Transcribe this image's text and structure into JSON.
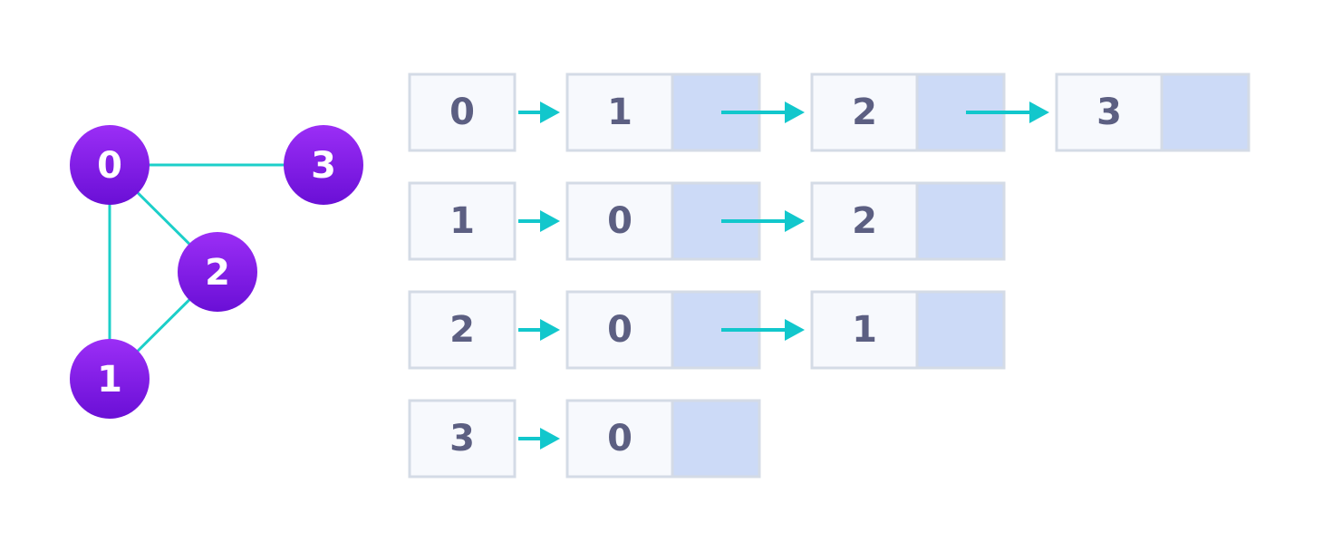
{
  "colors": {
    "node_top": "#9b2ef6",
    "node_bottom": "#6a0fd6",
    "node_text": "#ffffff",
    "edge": "#1ccfc9",
    "arrow": "#12c7cc",
    "cell_fill": "#f7f9fd",
    "cell_border": "#d4dbe6",
    "pointer_fill": "#ccdaf7",
    "cell_text": "#5c5f82"
  },
  "graph": {
    "nodes": [
      {
        "id": "n0",
        "label": "0"
      },
      {
        "id": "n1",
        "label": "1"
      },
      {
        "id": "n2",
        "label": "2"
      },
      {
        "id": "n3",
        "label": "3"
      }
    ],
    "edges": [
      [
        "n0",
        "n3"
      ],
      [
        "n0",
        "n2"
      ],
      [
        "n0",
        "n1"
      ],
      [
        "n1",
        "n2"
      ]
    ]
  },
  "adjacency_list": [
    {
      "vertex": "0",
      "neighbors": [
        "1",
        "2",
        "3"
      ]
    },
    {
      "vertex": "1",
      "neighbors": [
        "0",
        "2"
      ]
    },
    {
      "vertex": "2",
      "neighbors": [
        "0",
        "1"
      ]
    },
    {
      "vertex": "3",
      "neighbors": [
        "0"
      ]
    }
  ]
}
